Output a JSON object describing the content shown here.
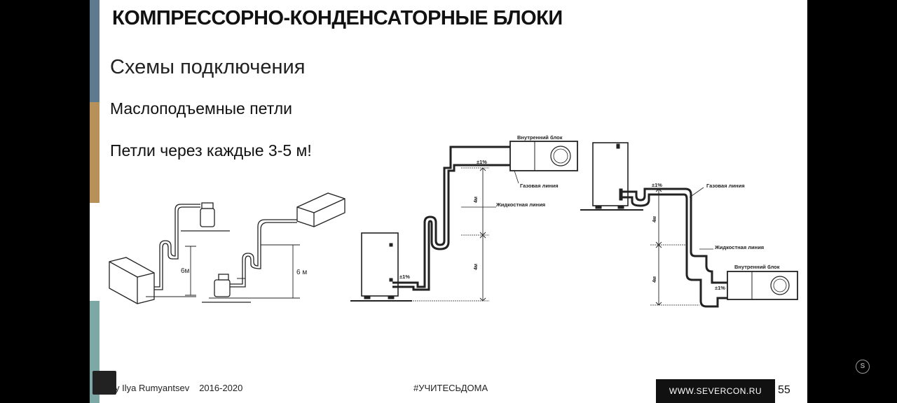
{
  "slide": {
    "title": "КОМПРЕССОРНО-КОНДЕНСАТОРНЫЕ БЛОКИ",
    "subtitle": "Схемы подключения",
    "line1": "Маслоподъемные петли",
    "line2": "Петли через каждые 3-5 м!"
  },
  "diagram_left": {
    "height1": "6м",
    "height2": "6 м"
  },
  "diagram_center": {
    "indoor_label": "Внутренний блок",
    "slope_top": "±1%",
    "gas_line": "Газовая линия",
    "liquid_line": "Жидкостная линия",
    "dim1": "4м",
    "dim2": "4м",
    "slope_bottom": "±1%"
  },
  "diagram_right": {
    "slope_top": "±1%",
    "gas_line": "Газовая линия",
    "liquid_line": "Жидкостная линия",
    "indoor_label": "Внутренний блок",
    "slope_bottom": "±1%",
    "dim1": "4м",
    "dim2": "4м"
  },
  "footer": {
    "author": "y  Ilya Rumyantsev",
    "year": "2016-2020",
    "hashtag": "#УЧИТЕСЬДОМА",
    "site": "WWW.SEVERCON.RU",
    "page": "55"
  },
  "watermark": {
    "letter": "S"
  },
  "colors": {
    "bar_top": "#5d7a8f",
    "bar_mid": "#b8905a",
    "bar_bottom": "#7ea8a6",
    "footer_bg": "#111111"
  }
}
